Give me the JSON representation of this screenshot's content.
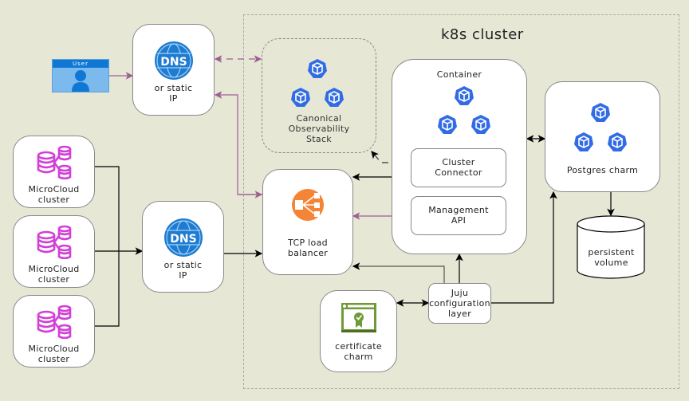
{
  "diagram": {
    "title": "k8s cluster",
    "colors": {
      "background": "#e7e7d6",
      "k8s_blue": "#326ce5",
      "dns_blue": "#1e7bd0",
      "user_blue": "#7cb9ec",
      "user_header": "#0f78d4",
      "microcloud_magenta": "#d23fd8",
      "lb_orange": "#f58536",
      "cert_green": "#6f9a37",
      "purple_arrow": "#9b5f91",
      "black_arrow": "#000000"
    },
    "nodes": {
      "user": {
        "label": "User",
        "icon": "user-icon"
      },
      "dns_top": {
        "label": "or static\nIP",
        "icon": "dns-icon",
        "icon_text": "DNS"
      },
      "dns_bottom": {
        "label": "or static\nIP",
        "icon": "dns-icon",
        "icon_text": "DNS"
      },
      "microcloud": [
        {
          "label": "MicroCloud\ncluster",
          "icon": "database-cluster-icon"
        },
        {
          "label": "MicroCloud\ncluster",
          "icon": "database-cluster-icon"
        },
        {
          "label": "MicroCloud\ncluster",
          "icon": "database-cluster-icon"
        }
      ],
      "cos": {
        "label": "Canonical\nObservability\nStack",
        "icon": "kubernetes-pod-icon"
      },
      "container": {
        "label": "Container",
        "icon": "kubernetes-pod-icon"
      },
      "cluster_connector": {
        "label": "Cluster\nConnector"
      },
      "management_api": {
        "label": "Management\nAPI"
      },
      "postgres": {
        "label": "Postgres charm",
        "icon": "kubernetes-pod-icon"
      },
      "persistent_volume": {
        "label": "persistent\nvolume",
        "icon": "cylinder-icon"
      },
      "tcp_lb": {
        "label": "TCP load\nbalancer",
        "icon": "load-balancer-icon"
      },
      "juju": {
        "label": "Juju\nconfiguration\nlayer"
      },
      "certificate": {
        "label": "certificate\ncharm",
        "icon": "certificate-icon"
      }
    }
  }
}
